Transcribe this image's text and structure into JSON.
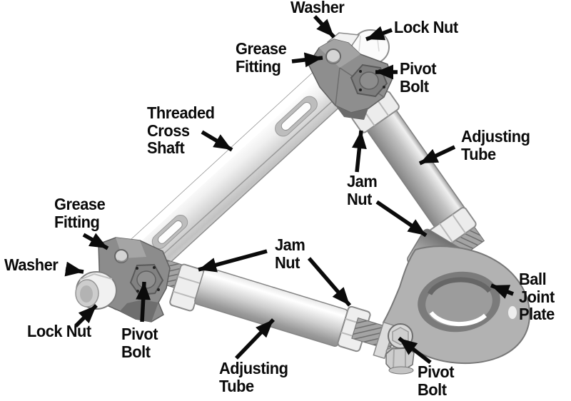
{
  "figure": {
    "type": "labeled-parts-diagram",
    "subject": "Adjustable upper control arm assembly",
    "background_color": "#ffffff",
    "label_text_color": "#0b0b0b",
    "arrow_color": "#0b0b0b",
    "metal_colors": {
      "highlight": "#ffffff",
      "light": "#f0f0f0",
      "mid": "#bdbdbd",
      "dark": "#8a8a8a",
      "shadow": "#6b6b6b"
    },
    "labels": {
      "washer_top": {
        "lines": [
          "Washer"
        ]
      },
      "lock_nut_top": {
        "lines": [
          "Lock Nut"
        ]
      },
      "grease_fitting_top": {
        "lines": [
          "Grease",
          "Fitting"
        ]
      },
      "pivot_bolt_top": {
        "lines": [
          "Pivot",
          "Bolt"
        ]
      },
      "threaded_cross_shaft": {
        "lines": [
          "Threaded",
          "Cross",
          "Shaft"
        ]
      },
      "adjusting_tube_upper": {
        "lines": [
          "Adjusting",
          "Tube"
        ]
      },
      "jam_nut_upper": {
        "lines": [
          "Jam",
          "Nut"
        ]
      },
      "grease_fitting_left": {
        "lines": [
          "Grease",
          "Fitting"
        ]
      },
      "washer_left": {
        "lines": [
          "Washer"
        ]
      },
      "lock_nut_left": {
        "lines": [
          "Lock Nut"
        ]
      },
      "pivot_bolt_left": {
        "lines": [
          "Pivot",
          "Bolt"
        ]
      },
      "jam_nut_lower": {
        "lines": [
          "Jam",
          "Nut"
        ]
      },
      "adjusting_tube_lower": {
        "lines": [
          "Adjusting",
          "Tube"
        ]
      },
      "ball_joint_plate": {
        "lines": [
          "Ball",
          "Joint",
          "Plate"
        ]
      },
      "pivot_bolt_lower": {
        "lines": [
          "Pivot",
          "Bolt"
        ]
      }
    }
  }
}
